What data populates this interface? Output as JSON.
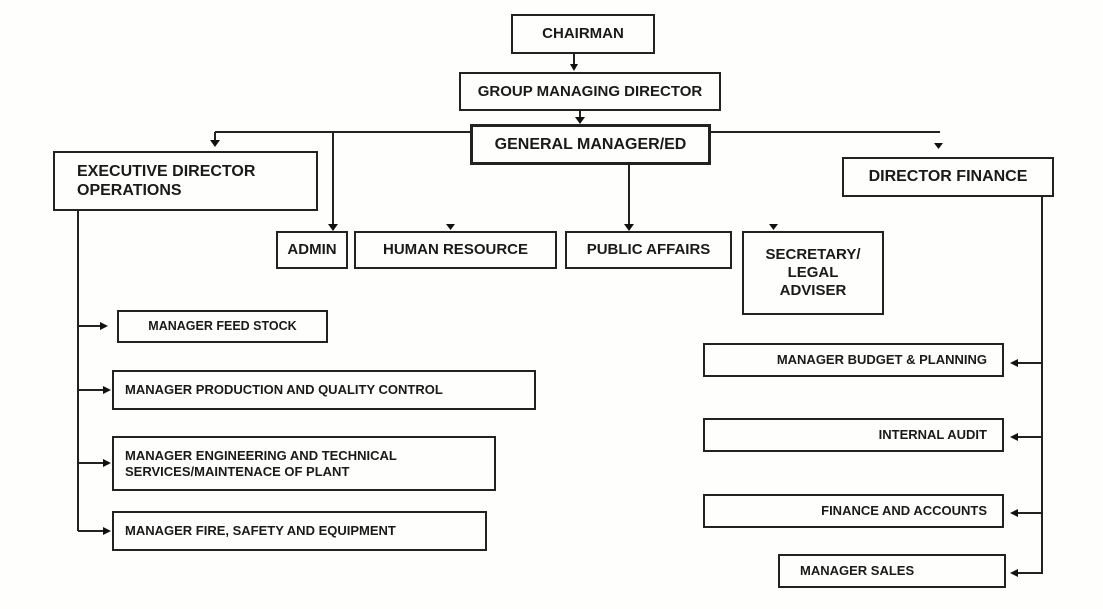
{
  "chart": {
    "top": {
      "chairman": "CHAIRMAN",
      "group_md": "GROUP MANAGING DIRECTOR",
      "gm_ed": "GENERAL MANAGER/ED"
    },
    "directors": {
      "ed_operations": "EXECUTIVE DIRECTOR\nOPERATIONS",
      "director_finance": "DIRECTOR FINANCE"
    },
    "departments": [
      {
        "label": "ADMIN"
      },
      {
        "label": "HUMAN RESOURCE"
      },
      {
        "label": "PUBLIC AFFAIRS"
      },
      {
        "label": "SECRETARY/\nLEGAL\nADVISER"
      }
    ],
    "operations_units": [
      {
        "label": "MANAGER FEED STOCK"
      },
      {
        "label": "MANAGER PRODUCTION AND QUALITY CONTROL"
      },
      {
        "label": "MANAGER ENGINEERING AND TECHNICAL\nSERVICES/MAINTENACE OF PLANT"
      },
      {
        "label": "MANAGER FIRE, SAFETY AND EQUIPMENT"
      }
    ],
    "finance_units": [
      {
        "label": "MANAGER BUDGET & PLANNING"
      },
      {
        "label": "INTERNAL AUDIT"
      },
      {
        "label": "FINANCE AND ACCOUNTS"
      },
      {
        "label": "MANAGER SALES"
      }
    ],
    "colors": {
      "line": "#222222",
      "background": "#fefefc"
    }
  }
}
